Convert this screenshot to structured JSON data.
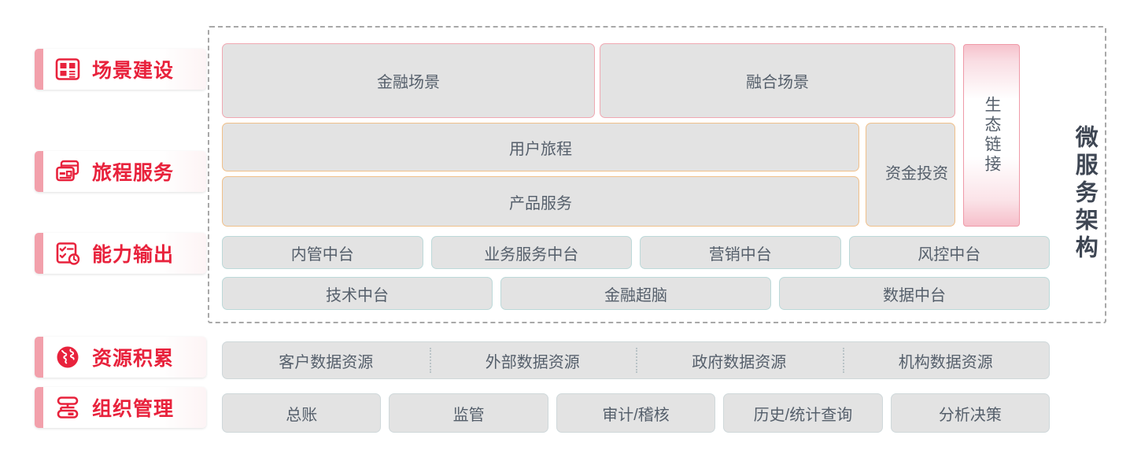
{
  "diagram": {
    "title_vertical": "微服务架构",
    "side_labels": [
      {
        "text": "场景建设",
        "icon": "dashboard-layout-icon"
      },
      {
        "text": "旅程服务",
        "icon": "id-card-icon"
      },
      {
        "text": "能力输出",
        "icon": "checklist-clock-icon"
      },
      {
        "text": "资源积累",
        "icon": "globe-icon"
      },
      {
        "text": "组织管理",
        "icon": "org-chart-icon"
      }
    ],
    "scene_row": [
      {
        "text": "金融场景"
      },
      {
        "text": "融合场景"
      }
    ],
    "journey_rows": [
      {
        "text": "用户旅程"
      },
      {
        "text": "产品服务"
      }
    ],
    "funding_cell": {
      "text": "资金投资"
    },
    "eco_cell": {
      "text": "生态链接"
    },
    "capability_row_1": [
      {
        "text": "内管中台"
      },
      {
        "text": "业务服务中台"
      },
      {
        "text": "营销中台"
      },
      {
        "text": "风控中台"
      }
    ],
    "capability_row_2": [
      {
        "text": "技术中台"
      },
      {
        "text": "金融超脑"
      },
      {
        "text": "数据中台"
      }
    ],
    "resource_row": [
      {
        "text": "客户数据资源"
      },
      {
        "text": "外部数据资源"
      },
      {
        "text": "政府数据资源"
      },
      {
        "text": "机构数据资源"
      }
    ],
    "organization_row": [
      {
        "text": "总账"
      },
      {
        "text": "监管"
      },
      {
        "text": "审计/稽核"
      },
      {
        "text": "历史/统计查询"
      },
      {
        "text": "分析决策"
      }
    ],
    "colors": {
      "label_red": "#e8223c",
      "label_tab_pink": "#f2a0ab",
      "cell_fill": "#e3e3e3",
      "cell_text": "#555f6b",
      "border_pink": "#f0a8b2",
      "border_orange": "#f0c08a",
      "border_teal": "#bcd9d9",
      "border_grey": "#cfd8da",
      "dashed_grey": "#a8a8a8"
    }
  }
}
